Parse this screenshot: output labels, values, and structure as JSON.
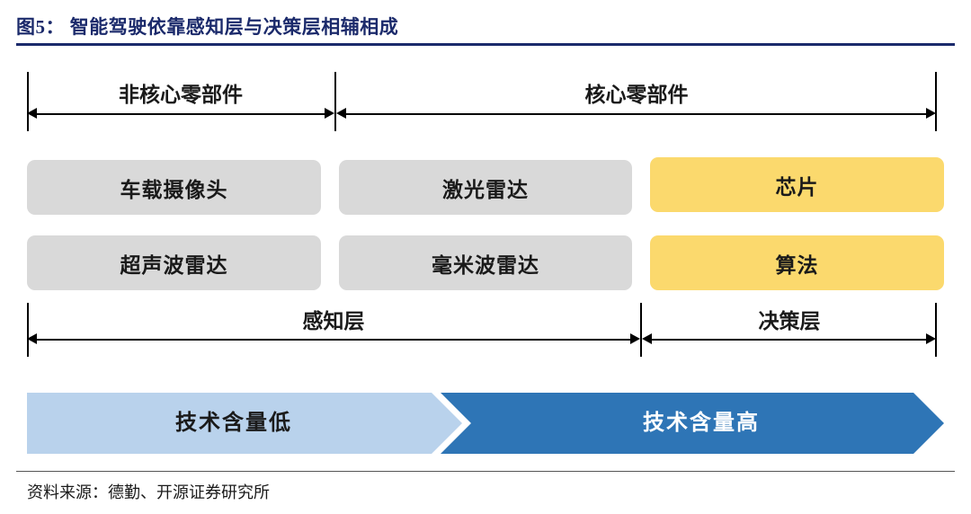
{
  "figure": {
    "title": "图5： 智能驾驶依靠感知层与决策层相辅相成",
    "title_color": "#1b2a6b",
    "source": "资料来源：德勤、开源证券研究所"
  },
  "top_axis": {
    "segments": [
      {
        "label": "非核心零部件",
        "name": "non-core-components"
      },
      {
        "label": "核心零部件",
        "name": "core-components"
      }
    ]
  },
  "components": {
    "rows": [
      [
        {
          "label": "车载摄像头",
          "color": "#d9d9d9",
          "kind": "gray"
        },
        {
          "label": "激光雷达",
          "color": "#d9d9d9",
          "kind": "gray"
        },
        {
          "label": "芯片",
          "color": "#fbd96d",
          "kind": "yellow"
        }
      ],
      [
        {
          "label": "超声波雷达",
          "color": "#d9d9d9",
          "kind": "gray"
        },
        {
          "label": "毫米波雷达",
          "color": "#d9d9d9",
          "kind": "gray"
        },
        {
          "label": "算法",
          "color": "#fbd96d",
          "kind": "yellow"
        }
      ]
    ]
  },
  "bottom_axis": {
    "segments": [
      {
        "label": "感知层",
        "name": "perception-layer"
      },
      {
        "label": "决策层",
        "name": "decision-layer"
      }
    ]
  },
  "gradient_bar": {
    "low": {
      "label": "技术含量低",
      "color": "#b9d2ec"
    },
    "high": {
      "label": "技术含量高",
      "color": "#2e75b6"
    }
  }
}
